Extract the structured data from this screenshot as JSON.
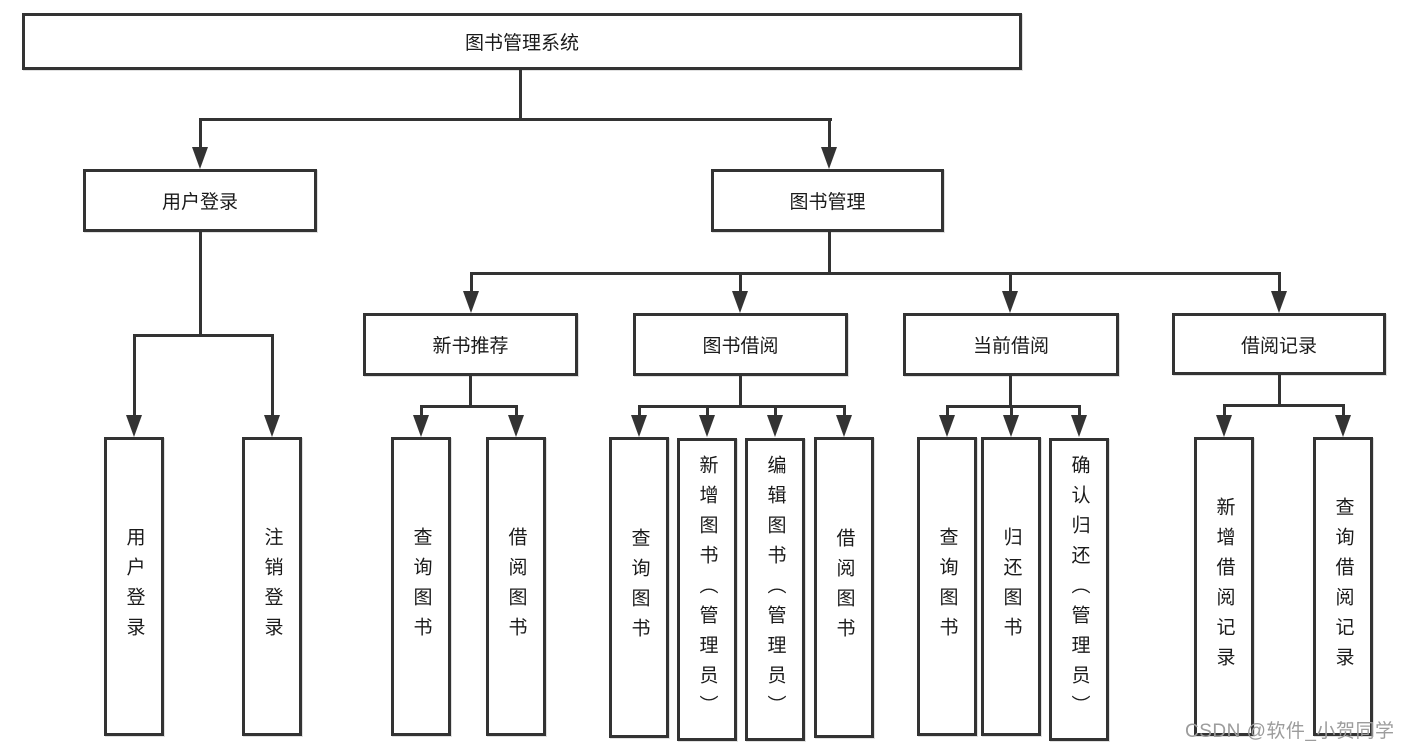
{
  "diagram": {
    "root": {
      "label": "图书管理系统"
    },
    "level2": [
      {
        "label": "用户登录"
      },
      {
        "label": "图书管理"
      }
    ],
    "level3": [
      {
        "label": "新书推荐",
        "parent": "图书管理"
      },
      {
        "label": "图书借阅",
        "parent": "图书管理"
      },
      {
        "label": "当前借阅",
        "parent": "图书管理"
      },
      {
        "label": "借阅记录",
        "parent": "图书管理"
      }
    ],
    "leaves": [
      {
        "label": "用户登录",
        "parent": "用户登录"
      },
      {
        "label": "注销登录",
        "parent": "用户登录"
      },
      {
        "label": "查询图书",
        "parent": "新书推荐"
      },
      {
        "label": "借阅图书",
        "parent": "新书推荐"
      },
      {
        "label": "查询图书",
        "parent": "图书借阅"
      },
      {
        "label": "新增图书（管理员）",
        "parent": "图书借阅"
      },
      {
        "label": "编辑图书（管理员）",
        "parent": "图书借阅"
      },
      {
        "label": "借阅图书",
        "parent": "图书借阅"
      },
      {
        "label": "查询图书",
        "parent": "当前借阅"
      },
      {
        "label": "归还图书",
        "parent": "当前借阅"
      },
      {
        "label": "确认归还（管理员）",
        "parent": "当前借阅"
      },
      {
        "label": "新增借阅记录",
        "parent": "借阅记录"
      },
      {
        "label": "查询借阅记录",
        "parent": "借阅记录"
      }
    ],
    "colors": {
      "line": "#333333",
      "border": "#333333",
      "text": "#1a1a1a",
      "background": "#ffffff",
      "watermark": "#9c9c9c"
    }
  },
  "watermark": {
    "text": "CSDN @软件_小贺同学"
  }
}
